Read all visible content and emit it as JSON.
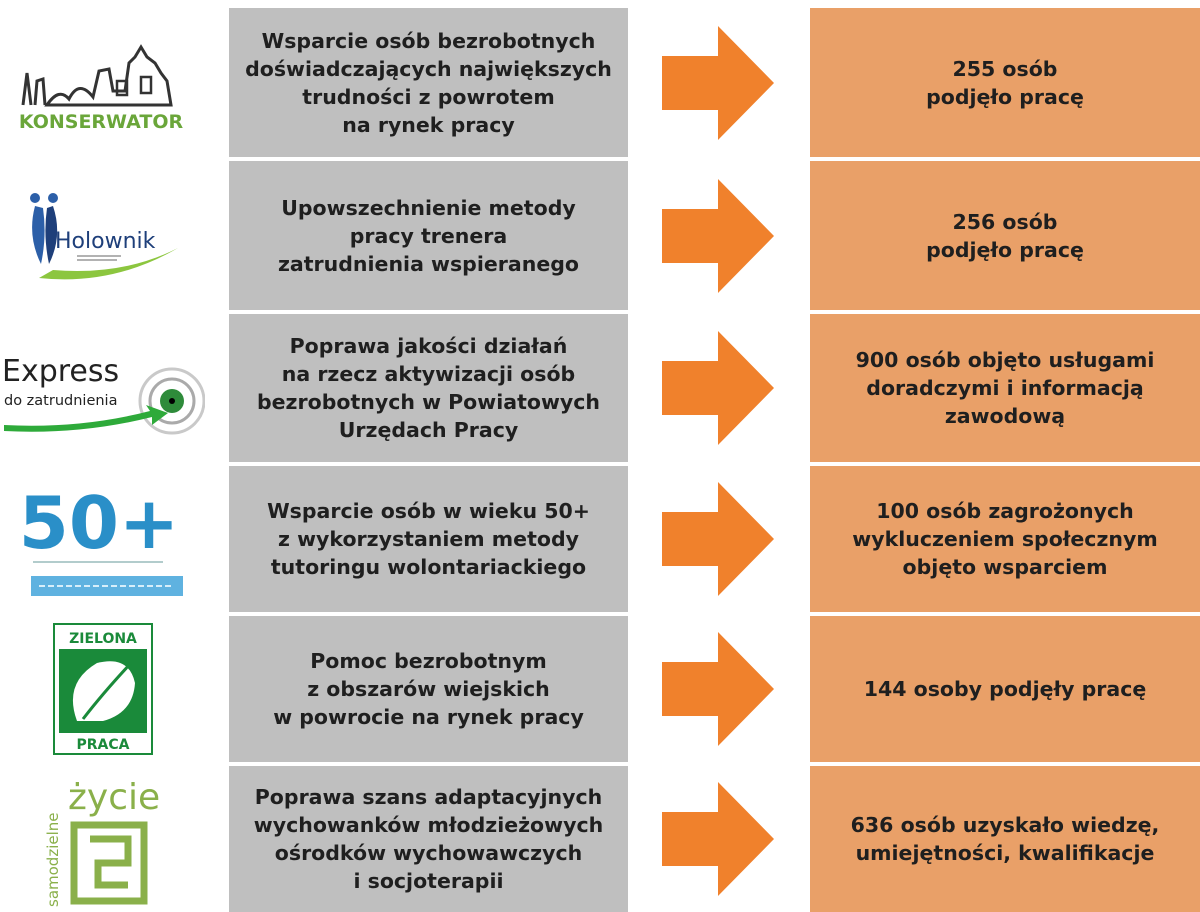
{
  "rows": [
    {
      "logo_text": "KONSERWATOR",
      "program": "Wsparcie osób bezrobotnych\ndoświadczających największych\ntrudności z powrotem\nna rynek pracy",
      "result": "255 osób\npodjęło pracę"
    },
    {
      "logo_text": "Holownik",
      "program": "Upowszechnienie metody\npracy trenera\nzatrudnienia wspieranego",
      "result": "256 osób\npodjęło pracę"
    },
    {
      "logo_text_1": "Express",
      "logo_text_2": "do zatrudnienia",
      "program": "Poprawa jakości działań\nna rzecz aktywizacji osób\nbezrobotnych w Powiatowych\nUrzędach Pracy",
      "result": "900 osób objęto usługami\ndoradczymi i informacją\nzawodową"
    },
    {
      "logo_text": "50+",
      "program": "Wsparcie osób w wieku 50+\nz wykorzystaniem metody\ntutoringu wolontariackiego",
      "result": "100 osób zagrożonych\nwykluczeniem społecznym\nobjęto wsparciem"
    },
    {
      "logo_text_1": "ZIELONA",
      "logo_text_2": "PRACA",
      "program": "Pomoc bezrobotnym\nz obszarów wiejskich\nw powrocie na rynek pracy",
      "result": "144 osoby podjęły pracę"
    },
    {
      "logo_text_1": "samodzielne",
      "logo_text_2": "życie",
      "program": "Poprawa szans adaptacyjnych\nwychowanków młodzieżowych\nośrodków wychowawczych\ni socjoterapii",
      "result": "636 osób uzyskało wiedzę,\numiejętności, kwalifikacje"
    }
  ],
  "colors": {
    "gray_box": "#bfbfbf",
    "result_box": "#e9a068",
    "arrow": "#f0812c",
    "text": "#1f1f1f"
  }
}
